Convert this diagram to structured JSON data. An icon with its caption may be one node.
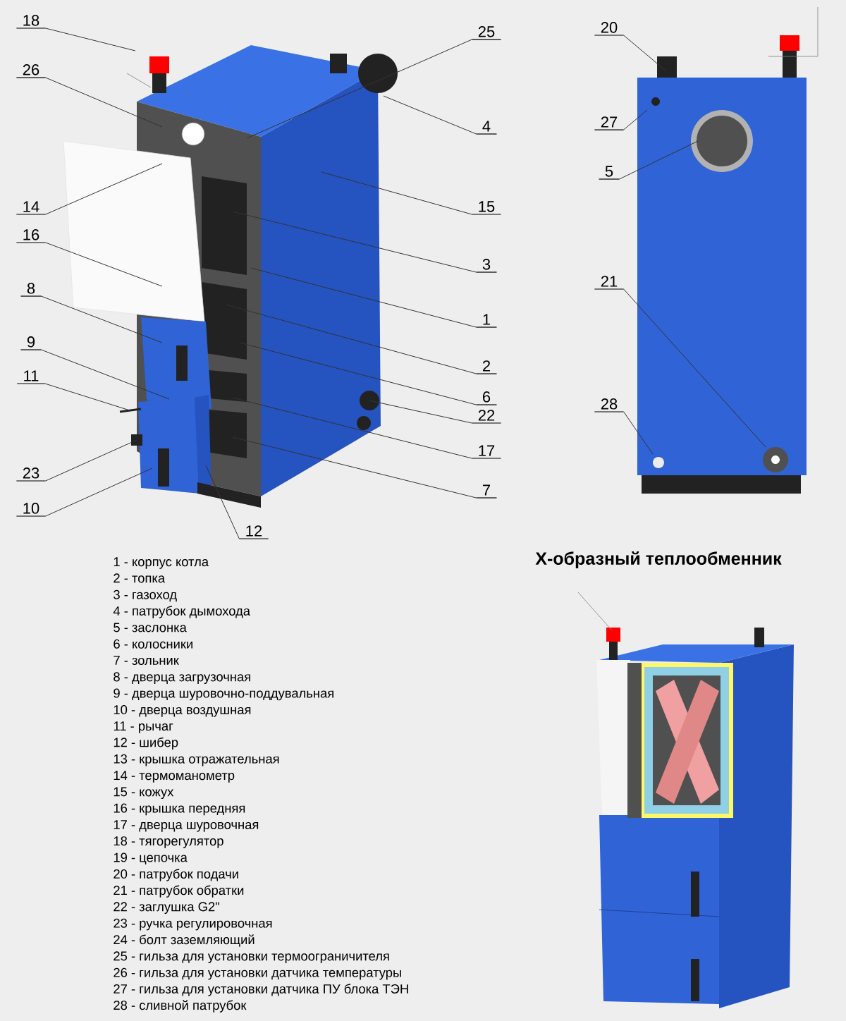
{
  "diagram": {
    "nodes": [
      {
        "text": [
          "18"
        ]
      },
      {
        "text": [
          "20"
        ]
      },
      {
        "text": [
          "25"
        ]
      },
      {
        "text": [
          "26"
        ]
      },
      {
        "text": [
          "4"
        ]
      },
      {
        "text": [
          "27"
        ]
      },
      {
        "text": [
          "5"
        ]
      },
      {
        "text": [
          "14"
        ]
      },
      {
        "text": [
          "15"
        ]
      },
      {
        "text": [
          "16"
        ]
      },
      {
        "text": [
          "3"
        ]
      },
      {
        "text": [
          "8"
        ]
      },
      {
        "text": [
          "21"
        ]
      },
      {
        "text": [
          "1"
        ]
      },
      {
        "text": [
          "9"
        ]
      },
      {
        "text": [
          "2"
        ]
      },
      {
        "text": [
          "11"
        ]
      },
      {
        "text": [
          "6"
        ]
      },
      {
        "text": [
          "28"
        ]
      },
      {
        "text": [
          "22"
        ]
      },
      {
        "text": [
          "17"
        ]
      },
      {
        "text": [
          "23"
        ]
      },
      {
        "text": [
          "7"
        ]
      },
      {
        "text": [
          "10"
        ]
      },
      {
        "text": [
          "12"
        ]
      }
    ],
    "edges": [
      {
        "from": 0,
        "to": null,
        "arrow": "none"
      },
      {
        "from": 1,
        "to": null,
        "arrow": "none"
      },
      {
        "from": 2,
        "to": null,
        "arrow": "none"
      },
      {
        "from": 3,
        "to": null,
        "arrow": "none"
      },
      {
        "from": 4,
        "to": null,
        "arrow": "none"
      },
      {
        "from": 5,
        "to": null,
        "arrow": "none"
      },
      {
        "from": 6,
        "to": null,
        "arrow": "none"
      },
      {
        "from": 7,
        "to": null,
        "arrow": "none"
      },
      {
        "from": 8,
        "to": null,
        "arrow": "none"
      },
      {
        "from": 9,
        "to": null,
        "arrow": "none"
      },
      {
        "from": 10,
        "to": null,
        "arrow": "none"
      },
      {
        "from": 11,
        "to": null,
        "arrow": "none"
      },
      {
        "from": 12,
        "to": null,
        "arrow": "none"
      },
      {
        "from": 13,
        "to": null,
        "arrow": "none"
      },
      {
        "from": 14,
        "to": null,
        "arrow": "none"
      },
      {
        "from": 15,
        "to": null,
        "arrow": "none"
      },
      {
        "from": 16,
        "to": null,
        "arrow": "none"
      },
      {
        "from": 17,
        "to": null,
        "arrow": "none"
      },
      {
        "from": 18,
        "to": null,
        "arrow": "none"
      },
      {
        "from": 19,
        "to": null,
        "arrow": "none"
      },
      {
        "from": 20,
        "to": null,
        "arrow": "none"
      },
      {
        "from": 21,
        "to": null,
        "arrow": "none"
      },
      {
        "from": 22,
        "to": null,
        "arrow": "none"
      },
      {
        "from": 23,
        "to": null,
        "arrow": "none"
      },
      {
        "from": 24,
        "to": null,
        "arrow": "none"
      }
    ],
    "labels": [
      "1 - корпус котла",
      "2 - топка",
      "3 - газоход",
      "4 - патрубок дымохода",
      "5 - заслонка",
      "6 - колосники",
      "7 - зольник",
      "8 - дверца загрузочная",
      "9 - дверца шуровочно-поддувальная",
      "10 - дверца воздушная",
      "11 - рычаг",
      "12 - шибер",
      "13 - крышка отражательная",
      "14 - термоманометр",
      "15 - кожух",
      "16 - крышка передняя",
      "17 - дверца шуровочная",
      "18 - тягорегулятор",
      "19 - цепочка",
      "20 - патрубок подачи",
      "21 - патрубок обратки",
      "22 - заглушка G2\"",
      "23 - ручка регулировочная",
      "24 - болт заземляющий",
      "25 - гильза для установки термоограничителя",
      "26 - гильза для установки датчика температуры",
      "27 - гильза для установки датчика ПУ блока ТЭН",
      "28 - сливной патрубок",
      "Х-образный теплообменник"
    ]
  }
}
